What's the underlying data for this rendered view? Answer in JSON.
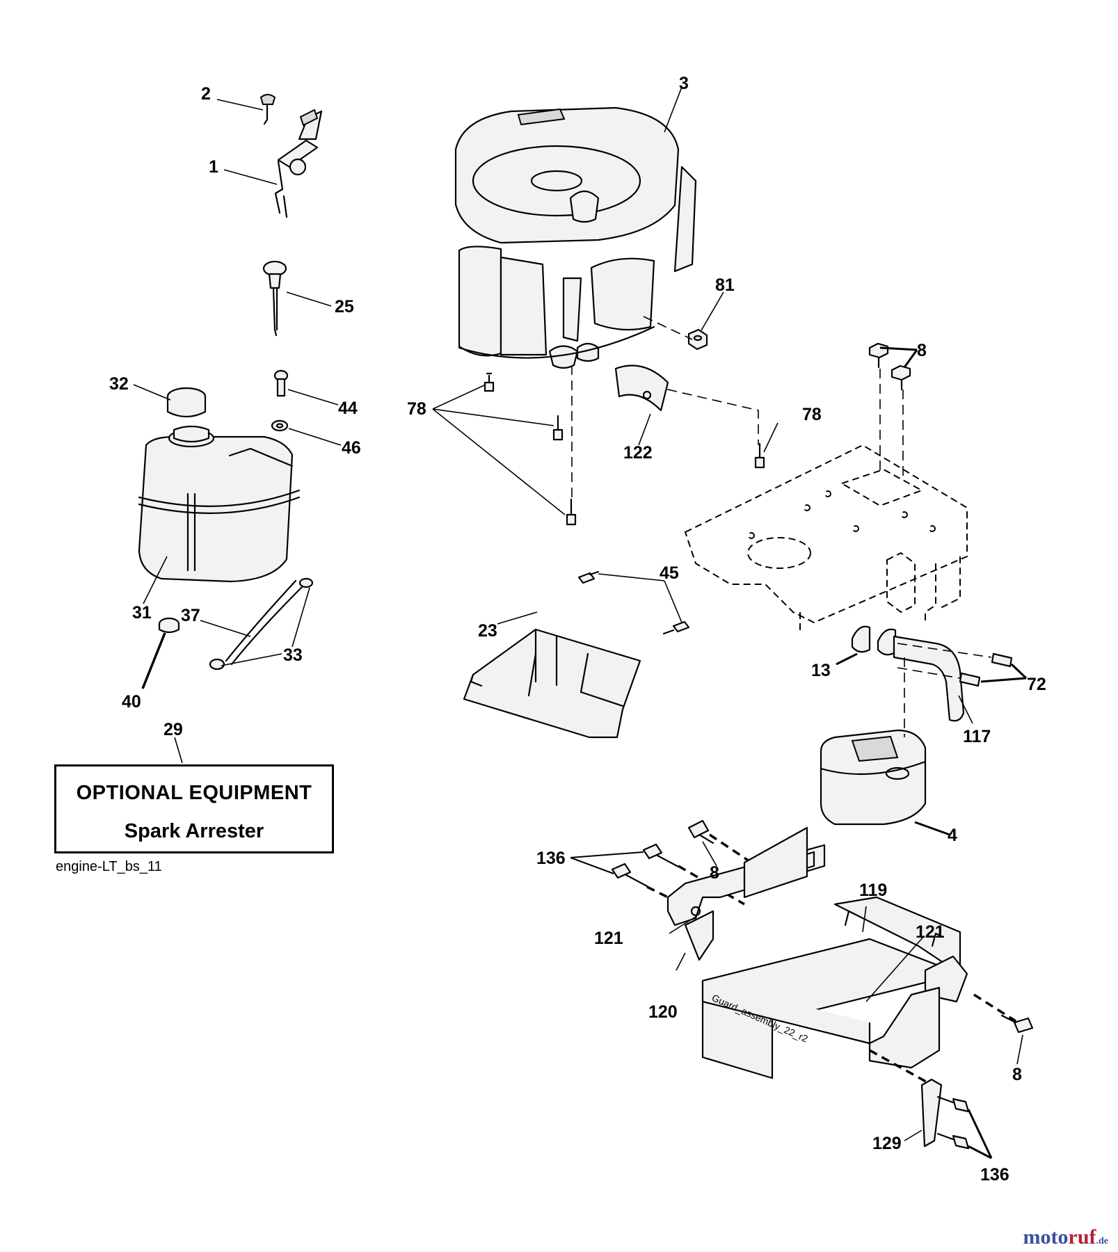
{
  "callouts": [
    {
      "id": "1",
      "label": "1"
    },
    {
      "id": "2",
      "label": "2"
    },
    {
      "id": "3",
      "label": "3"
    },
    {
      "id": "4",
      "label": "4"
    },
    {
      "id": "8a",
      "label": "8"
    },
    {
      "id": "8b",
      "label": "8"
    },
    {
      "id": "8c",
      "label": "8"
    },
    {
      "id": "13",
      "label": "13"
    },
    {
      "id": "23",
      "label": "23"
    },
    {
      "id": "25",
      "label": "25"
    },
    {
      "id": "29",
      "label": "29"
    },
    {
      "id": "31",
      "label": "31"
    },
    {
      "id": "32",
      "label": "32"
    },
    {
      "id": "33",
      "label": "33"
    },
    {
      "id": "37",
      "label": "37"
    },
    {
      "id": "40",
      "label": "40"
    },
    {
      "id": "44",
      "label": "44"
    },
    {
      "id": "45",
      "label": "45"
    },
    {
      "id": "46",
      "label": "46"
    },
    {
      "id": "72",
      "label": "72"
    },
    {
      "id": "78a",
      "label": "78"
    },
    {
      "id": "78b",
      "label": "78"
    },
    {
      "id": "81",
      "label": "81"
    },
    {
      "id": "117",
      "label": "117"
    },
    {
      "id": "119",
      "label": "119"
    },
    {
      "id": "120",
      "label": "120"
    },
    {
      "id": "121a",
      "label": "121"
    },
    {
      "id": "121b",
      "label": "121"
    },
    {
      "id": "122",
      "label": "122"
    },
    {
      "id": "129",
      "label": "129"
    },
    {
      "id": "136a",
      "label": "136"
    },
    {
      "id": "136b",
      "label": "136"
    }
  ],
  "optional_box": {
    "title": "OPTIONAL EQUIPMENT",
    "subtitle": "Spark Arrester"
  },
  "diagram_code": "engine-LT_bs_11",
  "guard_marking": "Guard_assembly_22_r2",
  "watermark": {
    "part1": "moto",
    "part2": "ruf",
    "suffix": ".de"
  }
}
